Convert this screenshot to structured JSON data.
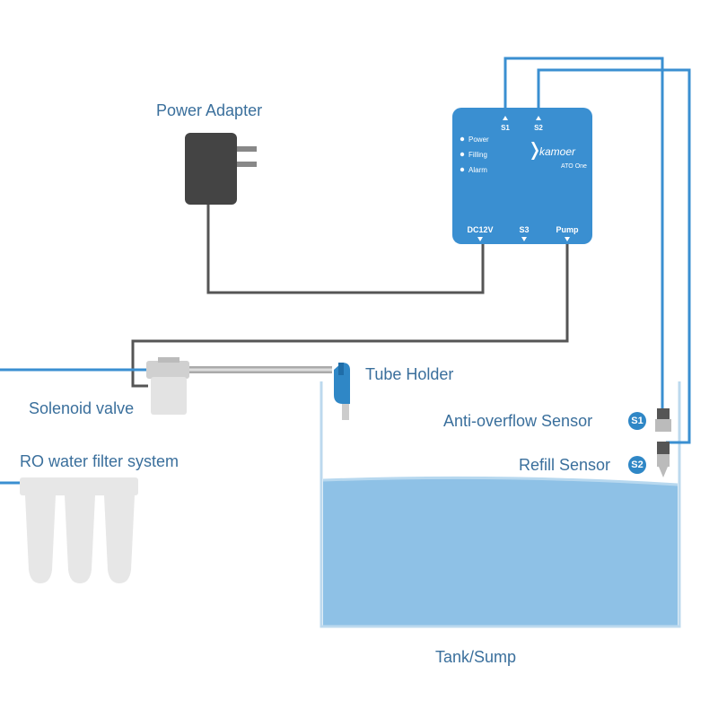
{
  "labels": {
    "power_adapter": "Power Adapter",
    "tube_holder": "Tube Holder",
    "solenoid_valve": "Solenoid valve",
    "ro_filter": "RO water filter system",
    "anti_overflow": "Anti-overflow Sensor",
    "refill": "Refill Sensor",
    "tank": "Tank/Sump"
  },
  "badges": {
    "s1": "S1",
    "s2": "S2"
  },
  "controller": {
    "brand": "kamoer",
    "model": "ATO One",
    "indicators": [
      "Power",
      "Filling",
      "Alarm"
    ],
    "top_ports": [
      "S1",
      "S2"
    ],
    "bottom_ports": [
      "DC12V",
      "S3",
      "Pump"
    ]
  },
  "colors": {
    "controller": "#3a8fd1",
    "wire_blue": "#3a8fd1",
    "wire_dark": "#555555",
    "water": "#8ec1e6",
    "label_text": "#3a6f9c"
  }
}
